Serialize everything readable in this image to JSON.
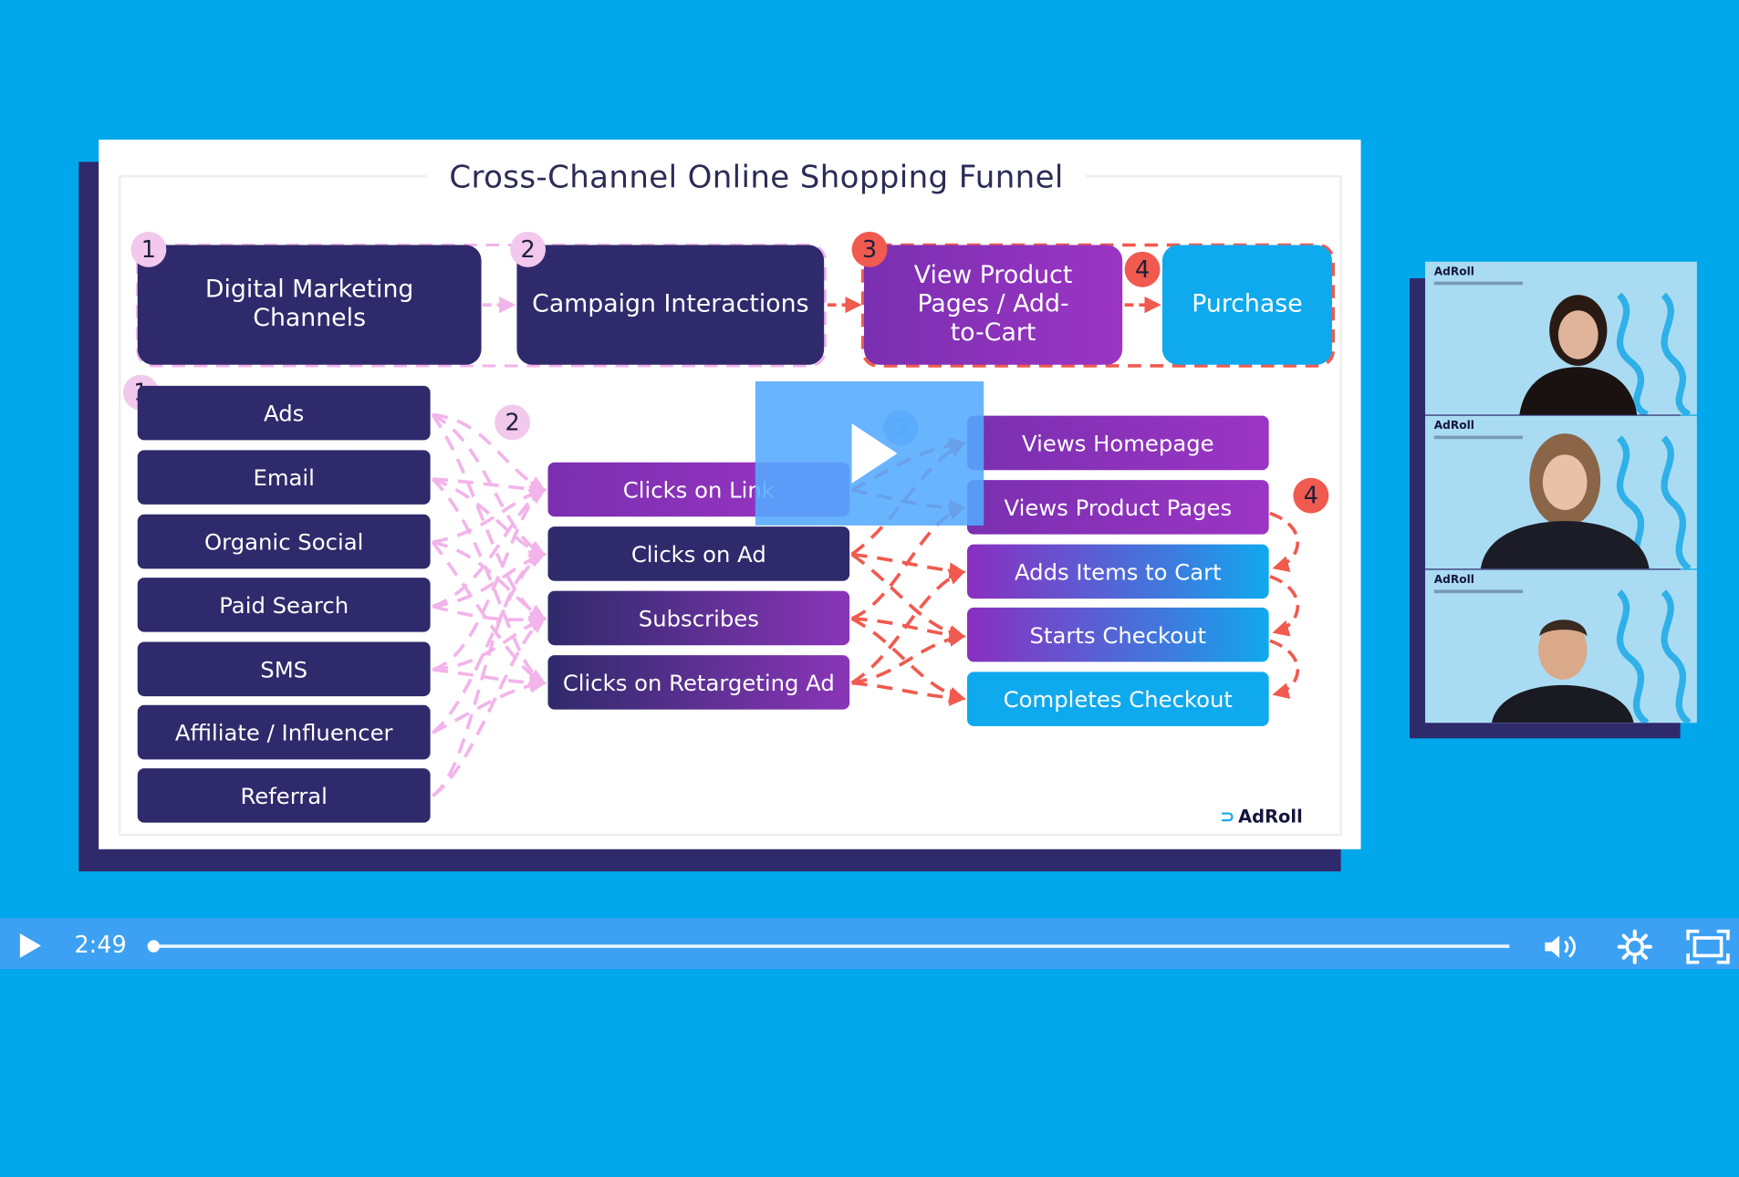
{
  "slide": {
    "title": "Cross-Channel Online Shopping Funnel",
    "stages": [
      {
        "num": "1",
        "label": "Digital Marketing Channels"
      },
      {
        "num": "2",
        "label": "Campaign Interactions"
      },
      {
        "num": "3",
        "label": "View Product Pages / Add-to-Cart"
      },
      {
        "num": "4",
        "label": "Purchase"
      }
    ],
    "channels_num": "1",
    "channels": [
      "Ads",
      "Email",
      "Organic Social",
      "Paid Search",
      "SMS",
      "Affiliate / Influencer",
      "Referral"
    ],
    "interactions_num": "2",
    "interactions": [
      "Clicks on Link",
      "Clicks on Ad",
      "Subscribes",
      "Clicks on Retargeting Ad"
    ],
    "views_num": "3",
    "purchase_num": "4",
    "actions": [
      "Views Homepage",
      "Views Product Pages",
      "Adds Items to Cart",
      "Starts Checkout",
      "Completes Checkout"
    ],
    "brand": "AdRoll"
  },
  "webcam": {
    "brand": "AdRoll"
  },
  "player": {
    "time": "2:49",
    "progress": 0.003
  },
  "colors": {
    "background": "#00a7eb",
    "navy": "#2f2a6b",
    "purple": "#8a35b8",
    "blue": "#0fa9ee",
    "red": "#f05a4f",
    "pink": "#f2c8ec"
  }
}
